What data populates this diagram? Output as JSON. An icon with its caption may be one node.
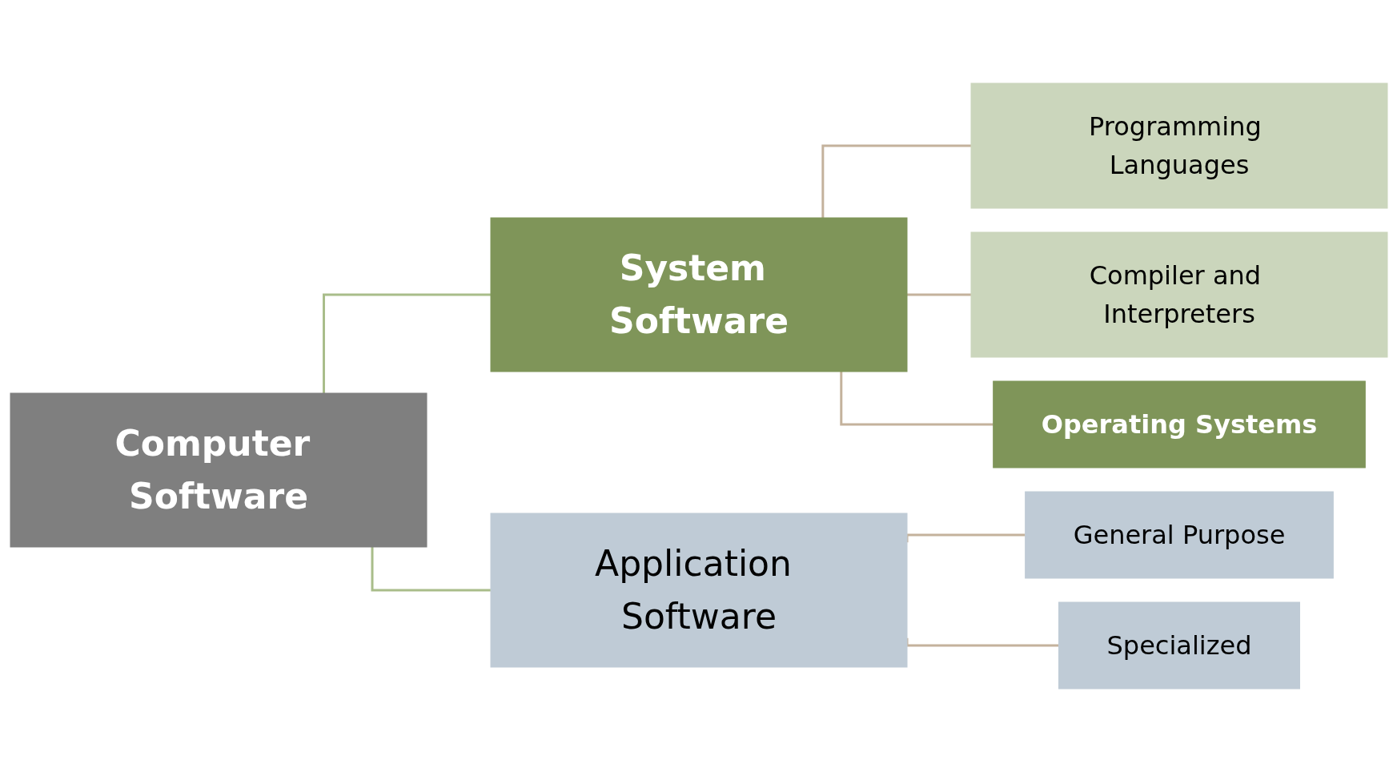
{
  "diagram": {
    "nodes": [
      {
        "text": [
          "Computer Software"
        ]
      },
      {
        "text": [
          "System Software"
        ]
      },
      {
        "text": [
          "Application Software"
        ]
      },
      {
        "text": [
          "Programming Languages"
        ]
      },
      {
        "text": [
          "Compiler and Interpreters"
        ]
      },
      {
        "text": [
          "Operating Systems"
        ]
      },
      {
        "text": [
          "General Purpose"
        ]
      },
      {
        "text": [
          "Specialized"
        ]
      }
    ],
    "edges": [
      {
        "from": 0,
        "to": 1,
        "arrow": "none",
        "color": "#a9bd8a"
      },
      {
        "from": 0,
        "to": 2,
        "arrow": "none",
        "color": "#a9bd8a"
      },
      {
        "from": 1,
        "to": 3,
        "arrow": "none"
      },
      {
        "from": 1,
        "to": 4,
        "arrow": "none"
      },
      {
        "from": 1,
        "to": 5,
        "arrow": "none"
      },
      {
        "from": 2,
        "to": 6,
        "arrow": "none"
      },
      {
        "from": 2,
        "to": 7,
        "arrow": "none"
      }
    ]
  }
}
